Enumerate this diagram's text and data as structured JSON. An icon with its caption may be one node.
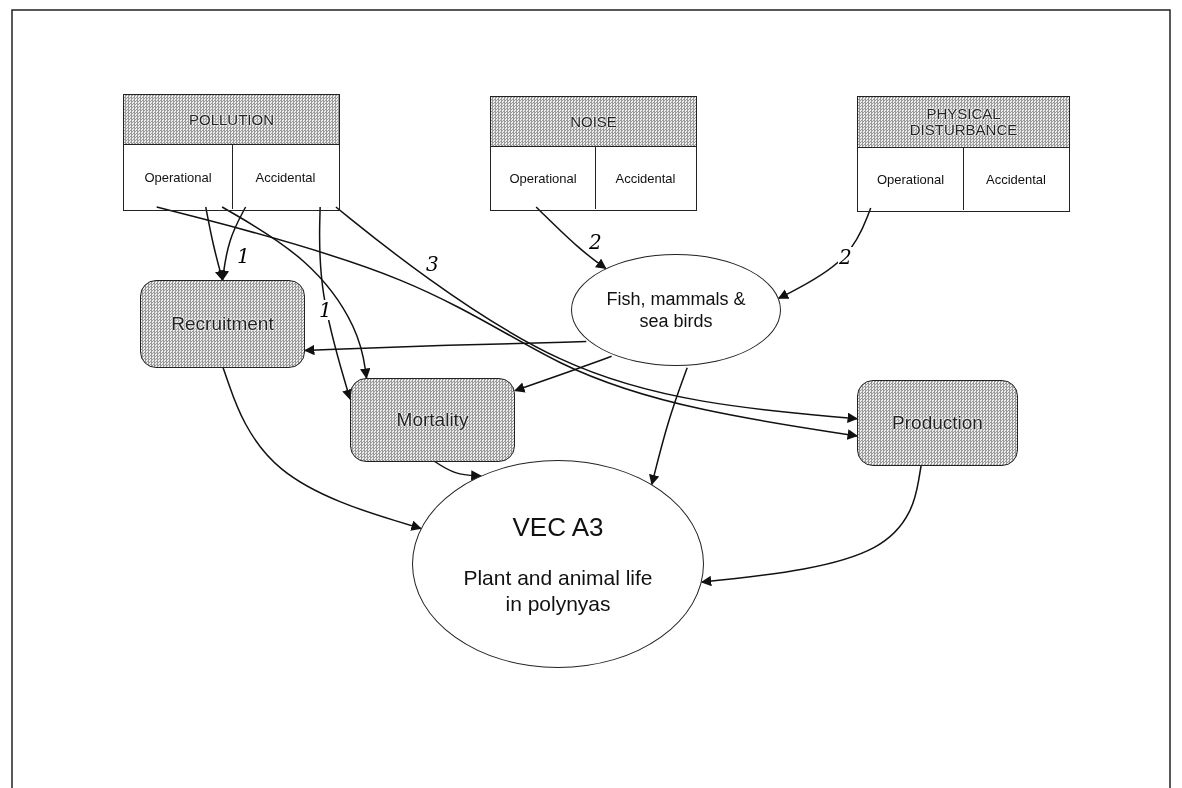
{
  "diagram": {
    "nodes": [
      {
        "text": [
          "POLLUTION"
        ]
      },
      {
        "text": [
          "Operational"
        ],
        "in": 0
      },
      {
        "text": [
          "Accidental"
        ],
        "in": 0
      },
      {
        "text": [
          "NOISE"
        ]
      },
      {
        "text": [
          "Operational"
        ],
        "in": 3
      },
      {
        "text": [
          "Accidental"
        ],
        "in": 3
      },
      {
        "text": [
          "PHYSICAL DISTURBANCE"
        ]
      },
      {
        "text": [
          "Operational"
        ],
        "in": 6
      },
      {
        "text": [
          "Accidental"
        ],
        "in": 6
      },
      {
        "text": [
          "Recruitment"
        ]
      },
      {
        "text": [
          "Fish, mammals & sea birds"
        ]
      },
      {
        "text": [
          "Mortality"
        ]
      },
      {
        "text": [
          "Production"
        ]
      },
      {
        "text": [
          "VEC A3",
          "Plant and animal life in polynyas"
        ]
      }
    ],
    "edges": [
      {
        "from": 1,
        "to": 9,
        "arrow": "to"
      },
      {
        "from": 2,
        "to": 9,
        "arrow": "to",
        "label": "1"
      },
      {
        "from": 1,
        "to": 11,
        "arrow": "to"
      },
      {
        "from": 2,
        "to": 11,
        "arrow": "to",
        "label": "1"
      },
      {
        "from": 1,
        "to": 12,
        "arrow": "to"
      },
      {
        "from": 2,
        "to": 12,
        "arrow": "to",
        "label": "3"
      },
      {
        "from": 4,
        "to": 10,
        "arrow": "to",
        "label": "2"
      },
      {
        "from": 7,
        "to": 10,
        "arrow": "to",
        "label": "2"
      },
      {
        "from": 10,
        "to": 9,
        "arrow": "to"
      },
      {
        "from": 10,
        "to": 11,
        "arrow": "to"
      },
      {
        "from": 10,
        "to": 13,
        "arrow": "to"
      },
      {
        "from": 9,
        "to": 13,
        "arrow": "to"
      },
      {
        "from": 11,
        "to": 13,
        "arrow": "to"
      },
      {
        "from": 12,
        "to": 13,
        "arrow": "to"
      }
    ]
  }
}
